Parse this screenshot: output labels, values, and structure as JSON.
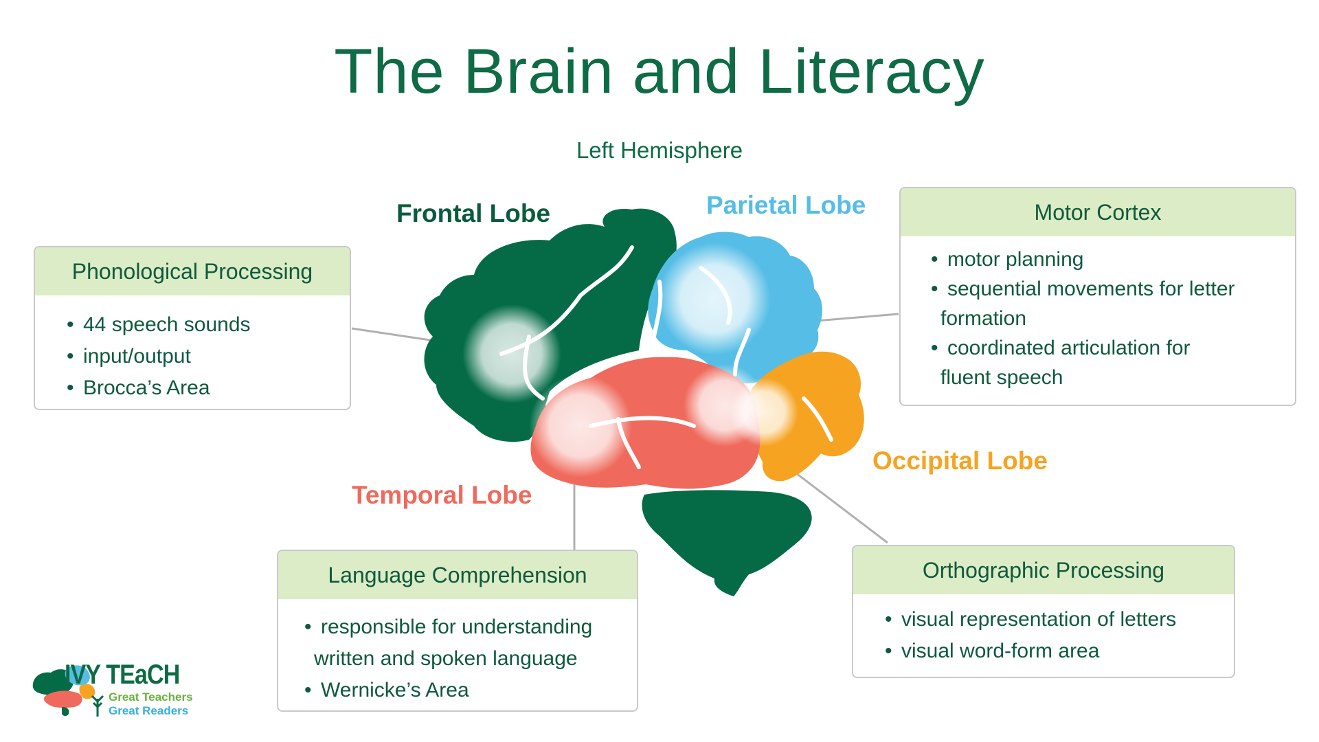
{
  "title": "The Brain and Literacy",
  "subtitle": "Left Hemisphere",
  "lobes": {
    "frontal": "Frontal Lobe",
    "parietal": "Parietal Lobe",
    "occipital": "Occipital Lobe",
    "temporal": "Temporal Lobe"
  },
  "boxes": {
    "phonological": {
      "heading": "Phonological Processing",
      "items": [
        "44 speech sounds",
        "input/output",
        "Brocca’s Area"
      ]
    },
    "motor": {
      "heading": "Motor Cortex",
      "items": [
        "motor planning",
        "sequential movements for letter",
        "formation",
        "coordinated articulation for",
        "fluent speech"
      ]
    },
    "language": {
      "heading": "Language Comprehension",
      "items": [
        "responsible for understanding",
        "written and spoken language",
        "Wernicke’s Area"
      ]
    },
    "orthographic": {
      "heading": "Orthographic Processing",
      "items": [
        "visual representation of letters",
        "visual word-form area"
      ]
    }
  },
  "logo": {
    "name": "IVY TEaCH",
    "tagline_1": "Great Teachers",
    "tagline_2": "Great Readers",
    "icon": "brain-logo-icon"
  },
  "colors": {
    "frontal": "#046b46",
    "parietal": "#55bde6",
    "occipital": "#f6a322",
    "temporal": "#ef6a5c",
    "title": "#0e6b45",
    "box_header": "#dcecc6",
    "connector": "#b0b0b0"
  }
}
